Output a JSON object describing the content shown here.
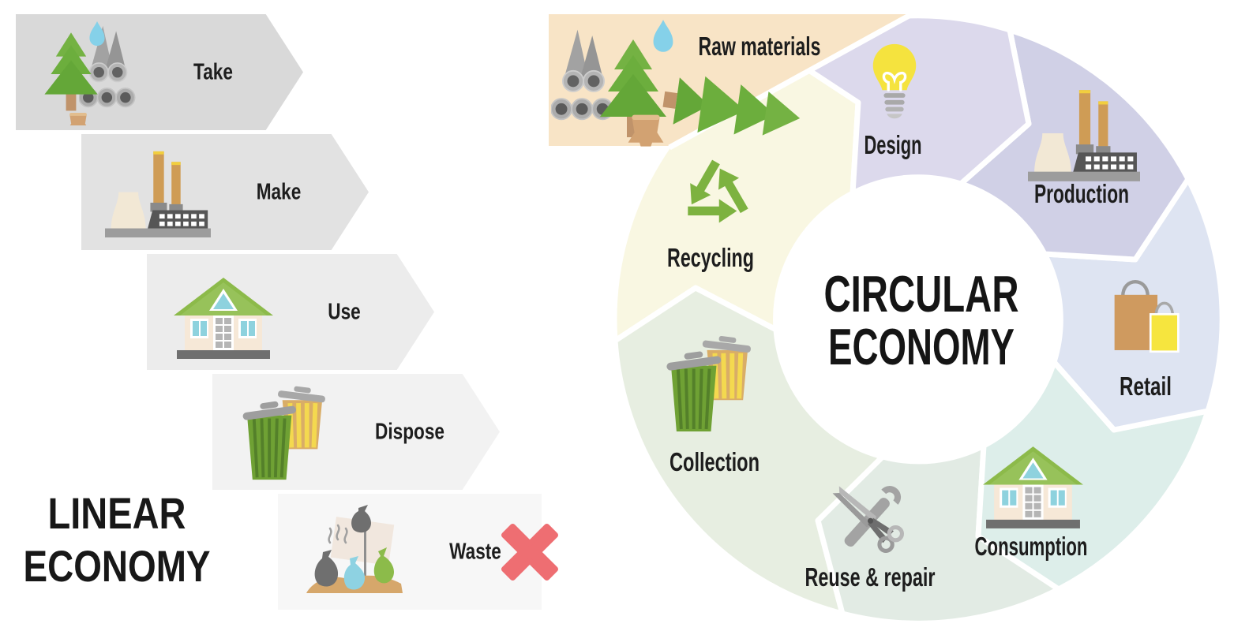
{
  "linear": {
    "title_line1": "LINEAR",
    "title_line2": "ECONOMY",
    "title_color": "#181818",
    "waste_x_color": "#ee6e72",
    "steps": [
      {
        "label": "Take",
        "color": "#d9d9d9",
        "icon": "raw-nature"
      },
      {
        "label": "Make",
        "color": "#e2e2e2",
        "icon": "factory"
      },
      {
        "label": "Use",
        "color": "#ececec",
        "icon": "house"
      },
      {
        "label": "Dispose",
        "color": "#f2f2f2",
        "icon": "trash-bins"
      },
      {
        "label": "Waste",
        "color": "#f7f7f7",
        "icon": "waste-pile"
      }
    ]
  },
  "circular": {
    "title_line1": "CIRCULAR",
    "title_line2": "ECONOMY",
    "title_color": "#151515",
    "segments": [
      {
        "label": "Raw materials",
        "color": "#f8e4c6",
        "icon": "raw-nature"
      },
      {
        "label": "Design",
        "color": "#dcd9ec",
        "icon": "light-bulb"
      },
      {
        "label": "Production",
        "color": "#d0d0e6",
        "icon": "factory"
      },
      {
        "label": "Retail",
        "color": "#dee4f2",
        "icon": "shopping-bags"
      },
      {
        "label": "Consumption",
        "color": "#ddeeea",
        "icon": "house"
      },
      {
        "label": "Reuse & repair",
        "color": "#e2ebe4",
        "icon": "tools"
      },
      {
        "label": "Collection",
        "color": "#e7eee1",
        "icon": "trash-bins"
      },
      {
        "label": "Recycling",
        "color": "#f9f7e2",
        "icon": "recycle-arrows"
      }
    ]
  }
}
